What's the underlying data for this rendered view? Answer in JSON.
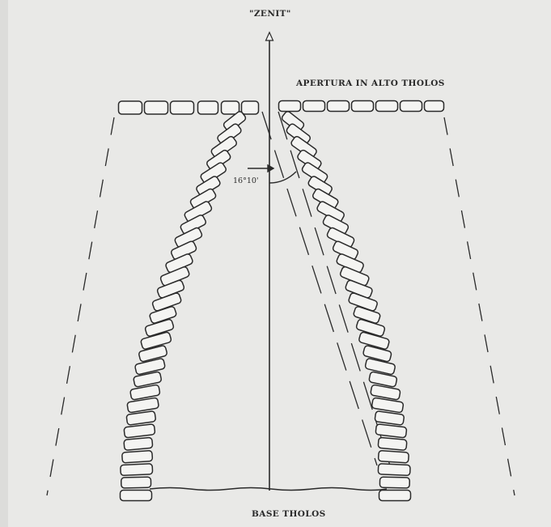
{
  "diagram": {
    "zenith_label": "\"ZENIT\"",
    "top_opening_label": "APERTURA IN ALTO THOLOS",
    "base_label": "BASE THOLOS",
    "angle_label": "16°10'"
  },
  "colors": {
    "background": "#e9e9e7",
    "ink": "#2a2a2a",
    "stone_fill": "#f4f4f2"
  }
}
